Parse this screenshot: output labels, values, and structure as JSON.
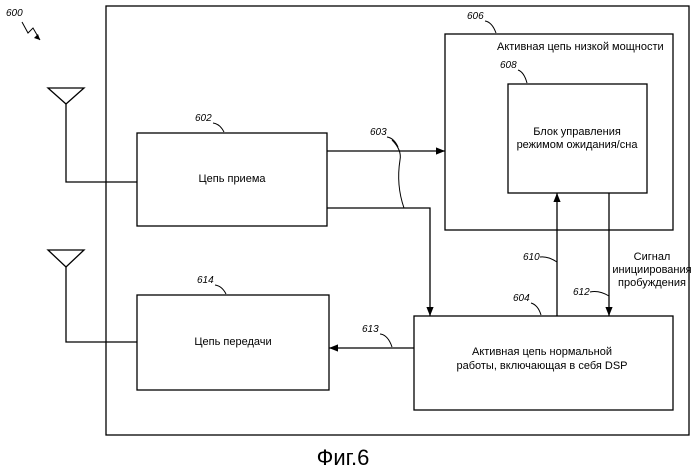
{
  "figure": {
    "ref": "600",
    "caption": "Фиг.6"
  },
  "blocks": {
    "low_power": {
      "ref": "606",
      "label": "Активная цепь низкой мощности"
    },
    "standby": {
      "ref": "608",
      "line1": "Блок управления",
      "line2": "режимом ожидания/сна"
    },
    "receive": {
      "ref": "602",
      "label": "Цепь приема"
    },
    "transmit": {
      "ref": "614",
      "label": "Цепь передачи"
    },
    "normal": {
      "ref": "604",
      "line1": "Активная цепь нормальной",
      "line2": "работы, включающая в себя DSP"
    }
  },
  "signals": {
    "bus": {
      "ref": "603"
    },
    "up": {
      "ref": "610"
    },
    "down": {
      "ref": "612"
    },
    "tx": {
      "ref": "613"
    },
    "wake": {
      "line1": "Сигнал",
      "line2": "инициирования",
      "line3": "пробуждения"
    }
  }
}
